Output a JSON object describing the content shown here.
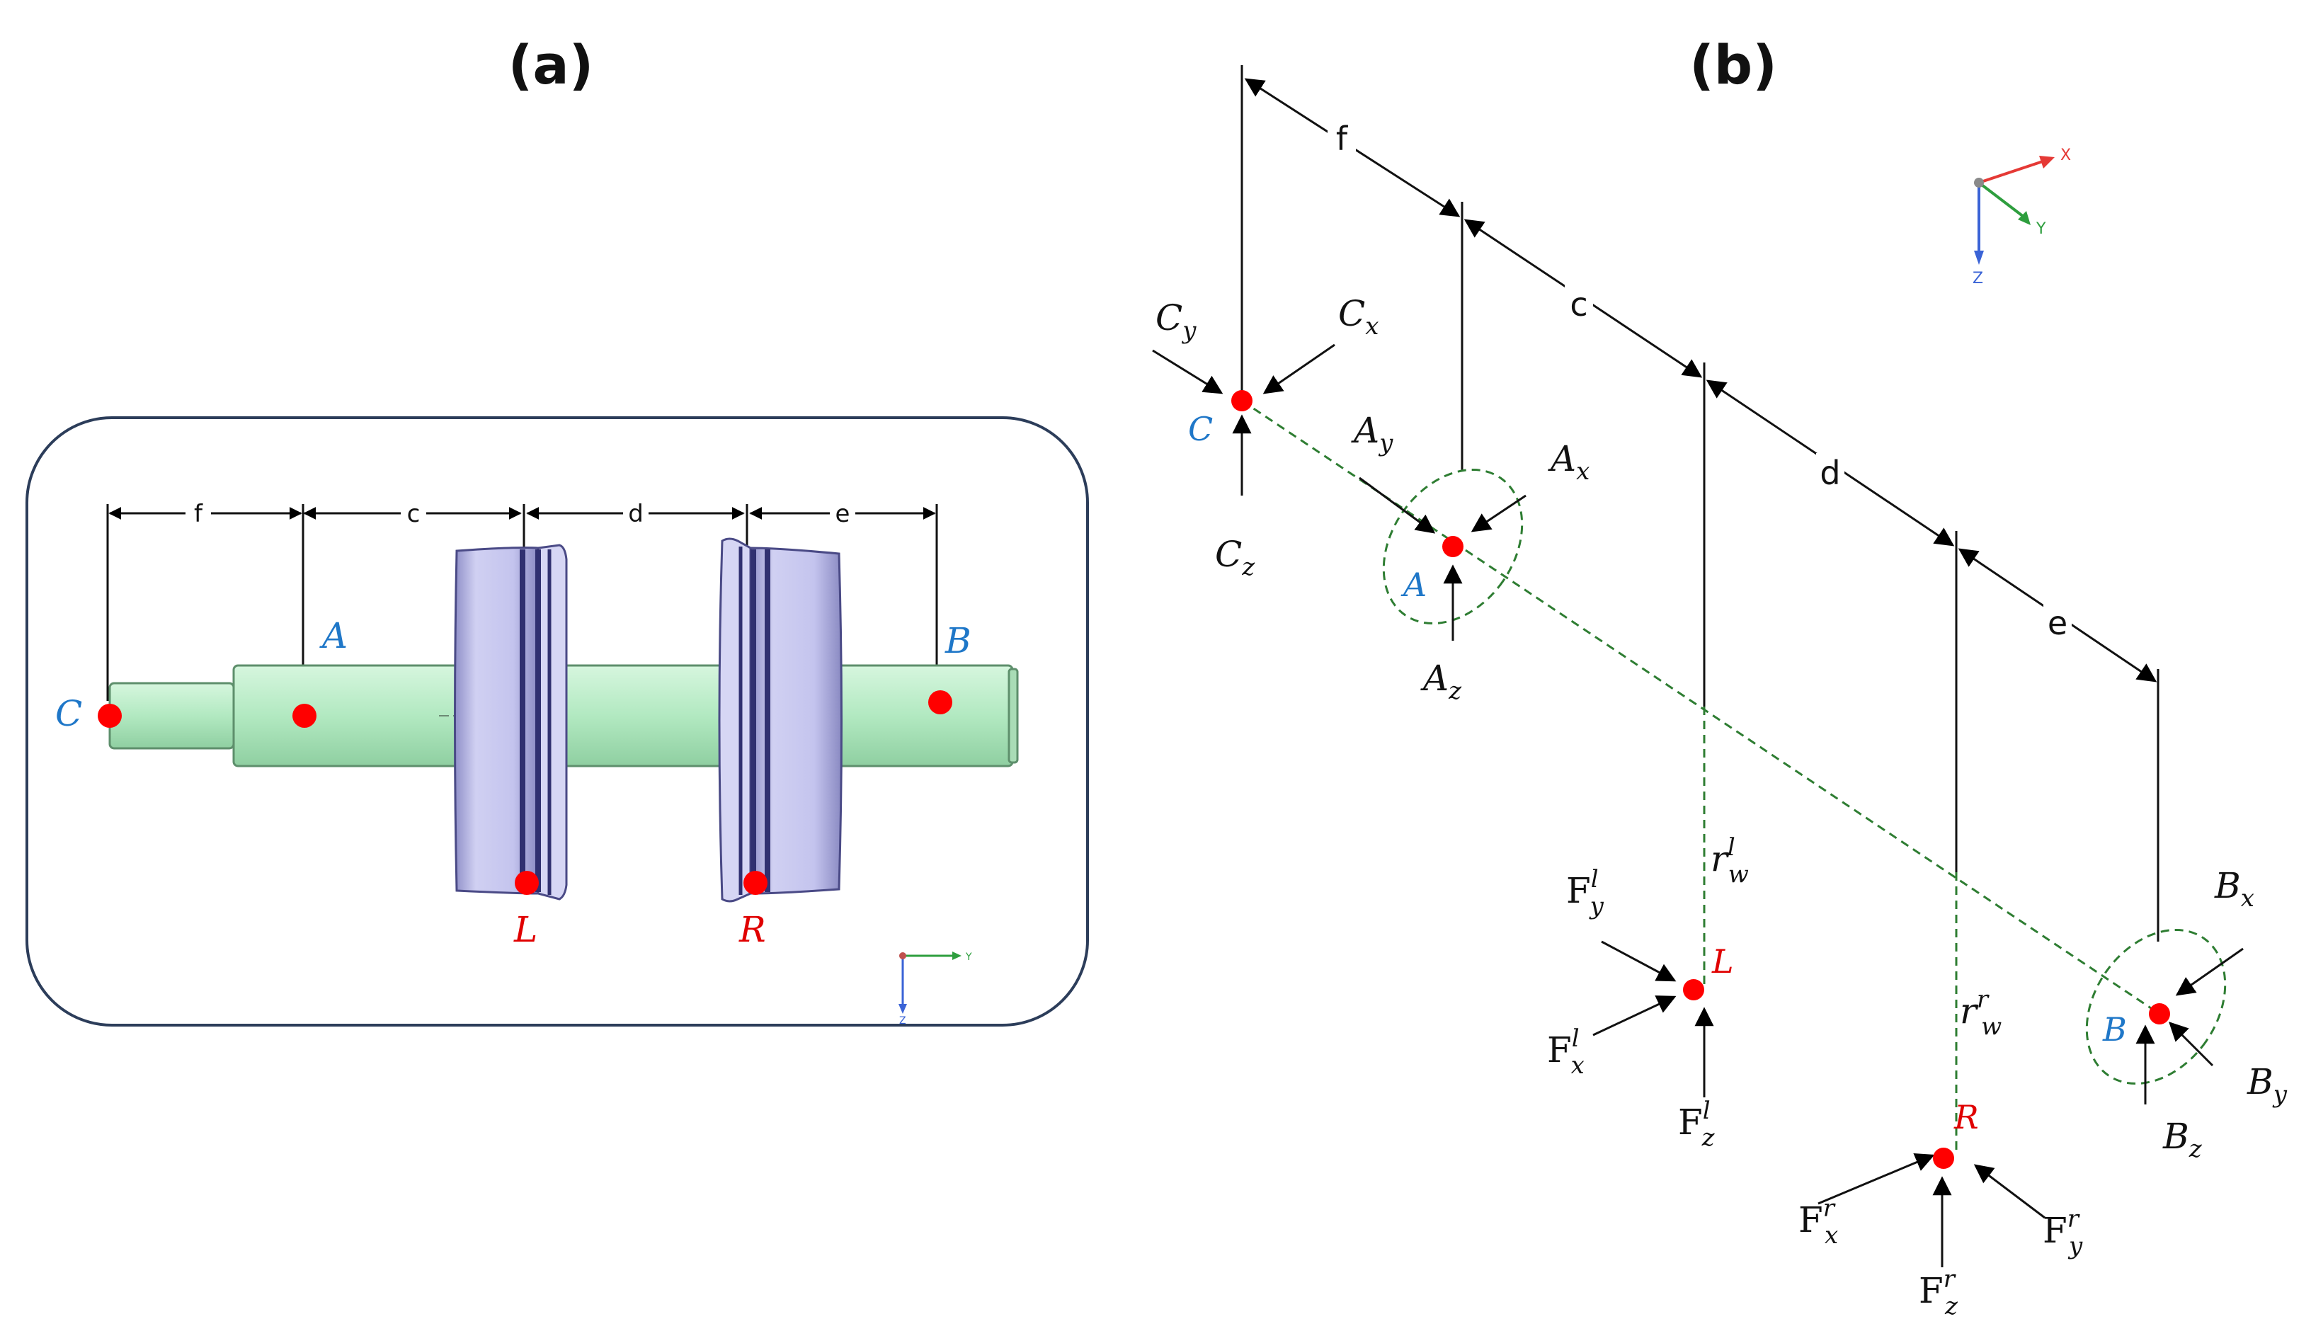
{
  "panels": {
    "a": {
      "label": "(a)",
      "dims": {
        "f": "f",
        "c": "c",
        "d": "d",
        "e": "e"
      },
      "points": {
        "C": "C",
        "A": "A",
        "B": "B",
        "L": "L",
        "R": "R"
      },
      "triad": {
        "y": "Y",
        "z": "Z"
      }
    },
    "b": {
      "label": "(b)",
      "dims": {
        "f": "f",
        "c": "c",
        "d": "d",
        "e": "e"
      },
      "points": {
        "C": "C",
        "A": "A",
        "B": "B",
        "L": "L",
        "R": "R"
      },
      "triad": {
        "x": "X",
        "y": "Y",
        "z": "Z"
      },
      "forces": {
        "C": {
          "base": "C",
          "x": "x",
          "y": "y",
          "z": "z"
        },
        "A": {
          "base": "A",
          "x": "x",
          "y": "y",
          "z": "z"
        },
        "B": {
          "base": "B",
          "x": "x",
          "y": "y",
          "z": "z"
        },
        "L": {
          "base": "F",
          "sup": "l",
          "x": "x",
          "y": "y",
          "z": "z"
        },
        "R": {
          "base": "F",
          "sup": "r",
          "x": "x",
          "y": "y",
          "z": "z"
        }
      },
      "radius": {
        "base": "r",
        "sub": "w",
        "sup_l": "l",
        "sup_r": "r"
      }
    }
  },
  "colors": {
    "blue_label": "#1f77c8",
    "red_label": "#e00000",
    "point": "#ff0000",
    "shaft": "#b5ecc4",
    "shaft_edge": "#5e8f6c",
    "wheel": "#bcbce8",
    "wheel_edge": "#4a4a86",
    "green_dash": "#2e7d32",
    "frame": "#2c3d5a"
  }
}
